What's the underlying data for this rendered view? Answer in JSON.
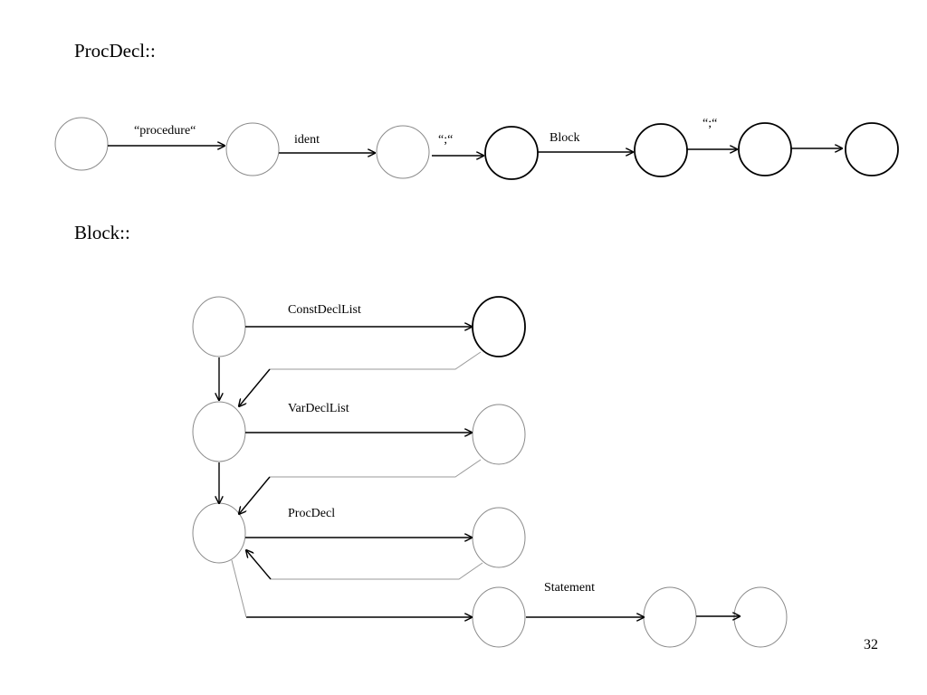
{
  "procdecl": {
    "title": "ProcDecl::",
    "labels": {
      "procedure": "“procedure“",
      "ident": "ident",
      "semicolon1": "“;“",
      "block": "Block",
      "semicolon2": "“;“"
    }
  },
  "block": {
    "title": "Block::",
    "labels": {
      "constdecllist": "ConstDeclList",
      "vardecllist": "VarDeclList",
      "procdecl": "ProcDecl",
      "statement": "Statement"
    }
  },
  "page_number": "32"
}
